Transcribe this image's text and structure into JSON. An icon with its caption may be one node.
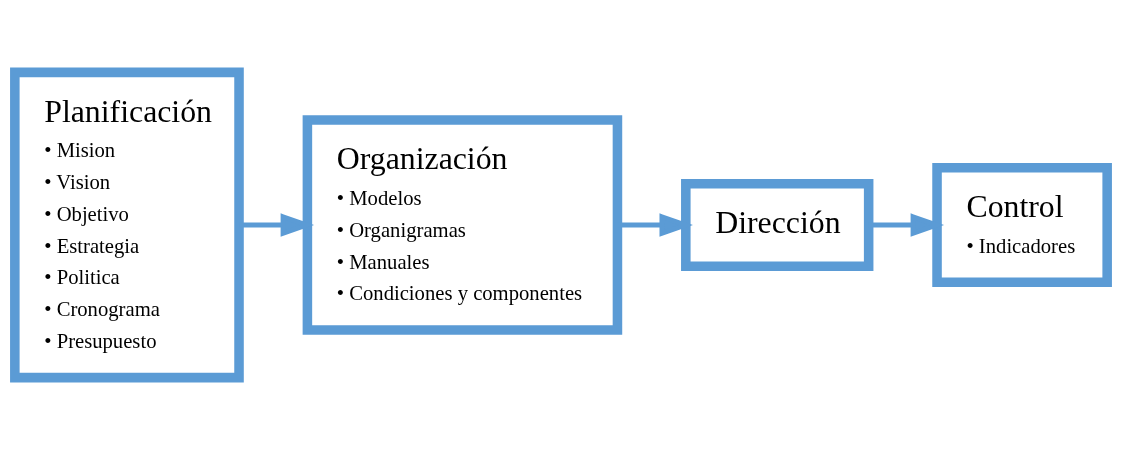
{
  "diagram": {
    "nodes": [
      {
        "text": [
          "Planificación",
          "• Mision",
          "• Vision",
          "• Objetivo",
          "• Estrategia",
          "• Politica",
          "• Cronograma",
          "• Presupuesto"
        ]
      },
      {
        "text": [
          "Organización",
          "• Modelos",
          "• Organigramas",
          "• Manuales",
          "• Condiciones y componentes"
        ]
      },
      {
        "text": [
          "Dirección"
        ]
      },
      {
        "text": [
          "Control",
          "• Indicadores"
        ]
      }
    ],
    "edges": [
      {
        "from": 0,
        "to": 1,
        "arrow": "to"
      },
      {
        "from": 1,
        "to": 2,
        "arrow": "to"
      },
      {
        "from": 2,
        "to": 3,
        "arrow": "to"
      }
    ]
  }
}
